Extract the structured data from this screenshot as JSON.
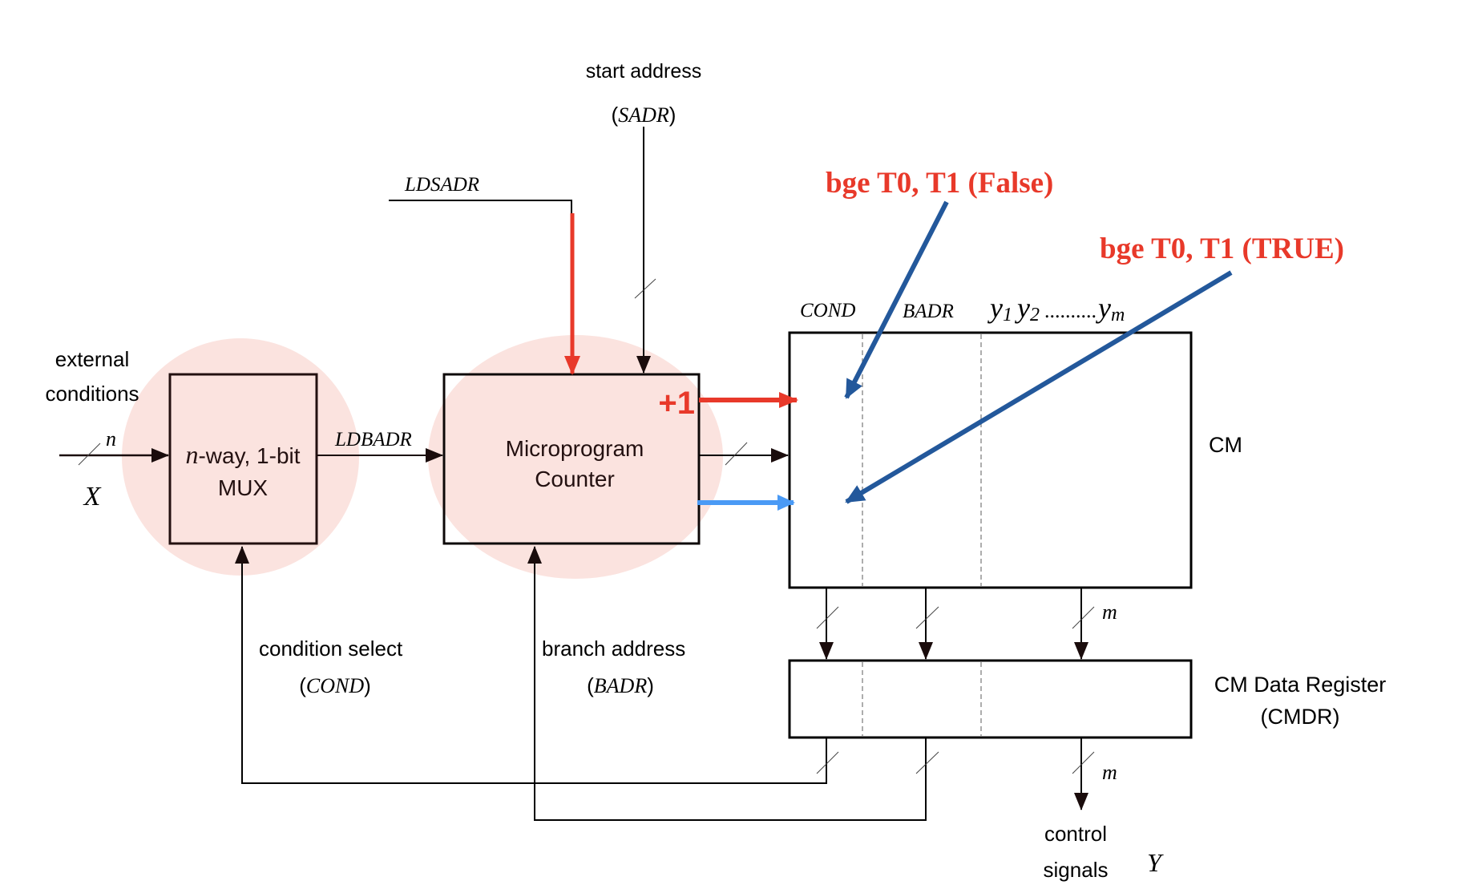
{
  "colors": {
    "highlight_fill": "#fbe3df",
    "annotation_red": "#e8392a",
    "annotation_blue": "#23589b",
    "pc_to_cm_blue": "#4a9af5",
    "line": "#000000",
    "box_stroke": "#231010"
  },
  "inputs": {
    "external_line1": "external",
    "external_line2": "conditions",
    "width_n": "n",
    "x_symbol": "X"
  },
  "mux": {
    "label_n": "n",
    "label_rest": "-way, 1-bit",
    "label_line2": "MUX"
  },
  "ldbadr": "LDBADR",
  "ldsadr": "LDSADR",
  "start_address": {
    "line1": "start address",
    "open": "(",
    "symbol": "SADR",
    "close": ")"
  },
  "mpc": {
    "line1": "Microprogram",
    "line2": "Counter",
    "increment": "+1"
  },
  "cm": {
    "label": "CM",
    "fields": {
      "cond": "COND",
      "badr": "BADR",
      "y1": "y",
      "y1_sub": "1",
      "y2": "y",
      "y2_sub": "2",
      "dots": "..........",
      "ym": "y",
      "ym_sub": "m"
    }
  },
  "cmdr": {
    "line1": "CM Data Register",
    "line2": "(CMDR)"
  },
  "bus_width_m": "m",
  "feedback": {
    "cond_line1": "condition select",
    "cond_open": "(",
    "cond_symbol": "COND",
    "cond_close": ")",
    "badr_line1": "branch address",
    "badr_open": "(",
    "badr_symbol": "BADR",
    "badr_close": ")"
  },
  "outputs": {
    "line1": "control",
    "line2": "signals",
    "y_symbol": "Y"
  },
  "annotations": {
    "false_case": "bge T0, T1 (False)",
    "true_case": "bge T0, T1 (TRUE)"
  }
}
